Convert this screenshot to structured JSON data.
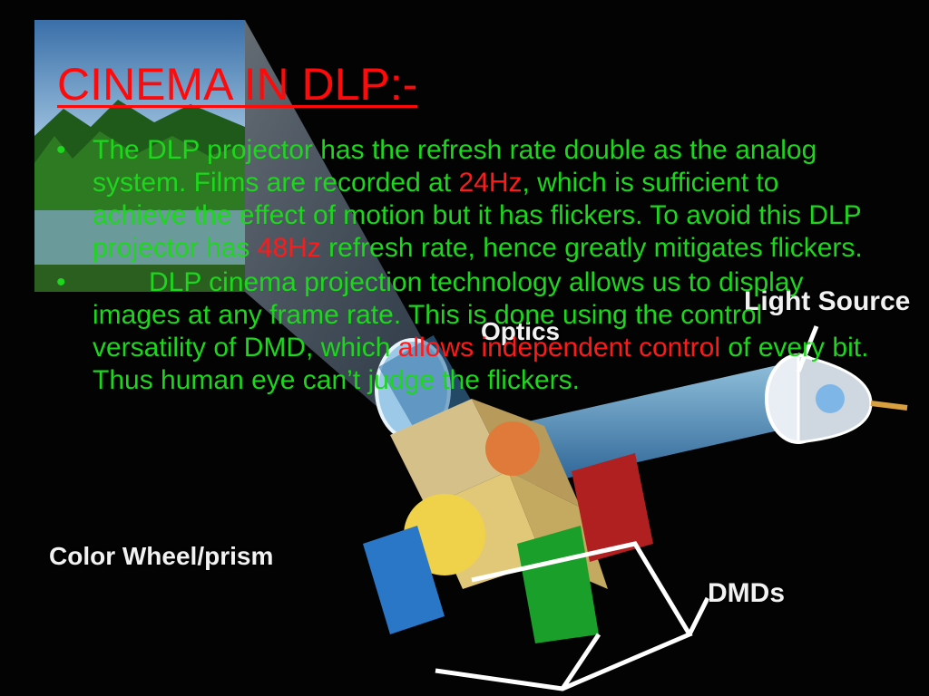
{
  "slide": {
    "title": "CINEMA IN DLP:-",
    "bullet_char": "•",
    "bullets": [
      {
        "parts": [
          "The DLP projector has the refresh rate double as the analog system. Films are recorded at ",
          "24Hz",
          ", which is sufficient to achieve the effect of motion but it has flickers. To avoid this DLP projector has ",
          "48Hz",
          " refresh rate, hence greatly mitigates flickers."
        ]
      },
      {
        "parts": [
          "DLP cinema projection technology allows us to display images at any frame rate. This is done using the control versatility of DMD, which ",
          "allows independent control",
          " of every bit. Thus human eye can’t judge the flickers."
        ]
      }
    ]
  },
  "diagram": {
    "labels": {
      "light_source": "Light Source",
      "optics": "Optics",
      "color_wheel": "Color Wheel/prism",
      "dmds": "DMDs"
    }
  },
  "colors": {
    "title": "#ff0a0a",
    "body": "#1dd61d",
    "highlight": "#ff1a1a",
    "background": "#030303"
  }
}
